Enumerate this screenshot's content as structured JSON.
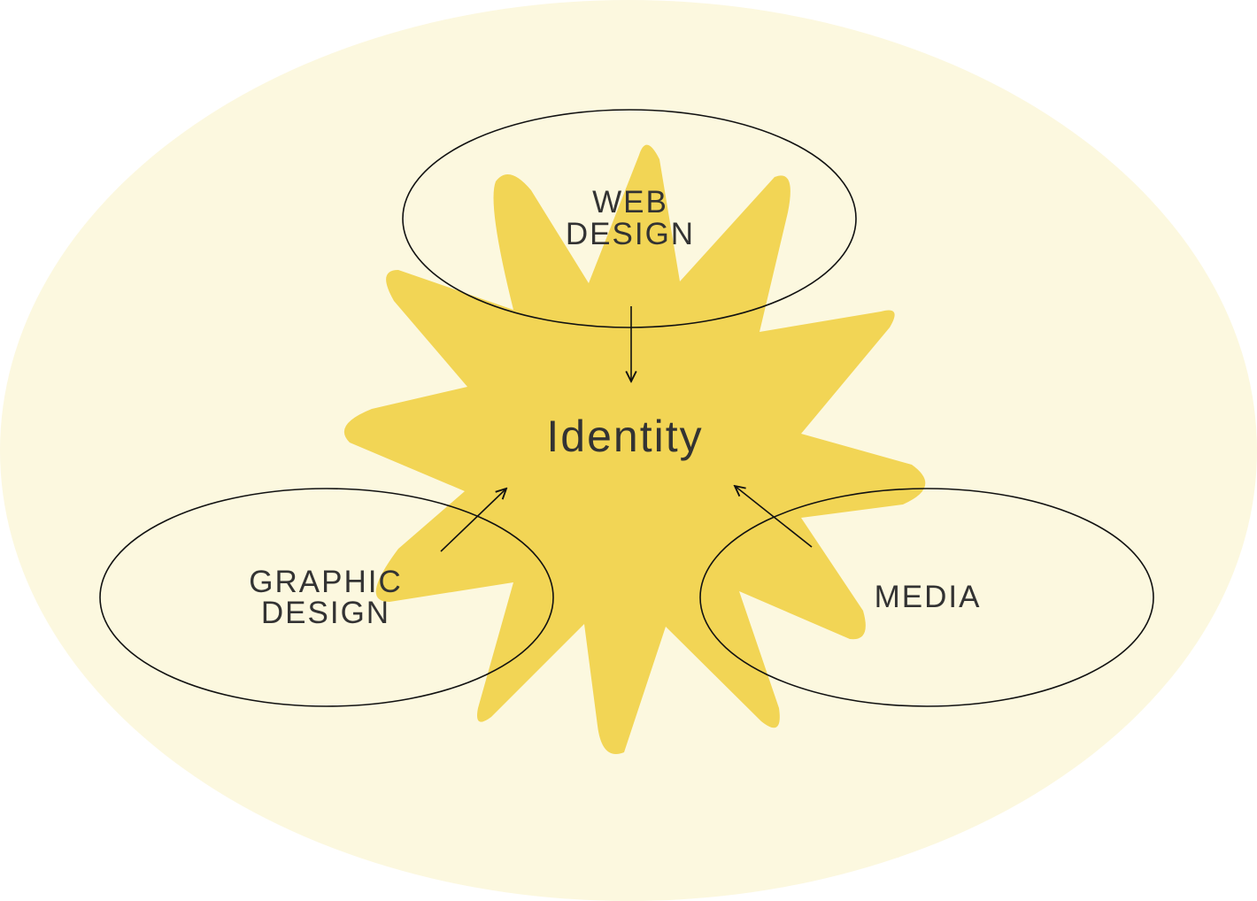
{
  "colors": {
    "background_ellipse": "#FCF8DF",
    "star": "#F2D555",
    "stroke": "#111111",
    "text": "#333333"
  },
  "center": {
    "label": "Identity"
  },
  "nodes": [
    {
      "id": "web",
      "lines": [
        "WEB",
        "DESIGN"
      ]
    },
    {
      "id": "graphic",
      "lines": [
        "GRAPHIC",
        "DESIGN"
      ]
    },
    {
      "id": "media",
      "lines": [
        "MEDIA"
      ]
    }
  ]
}
